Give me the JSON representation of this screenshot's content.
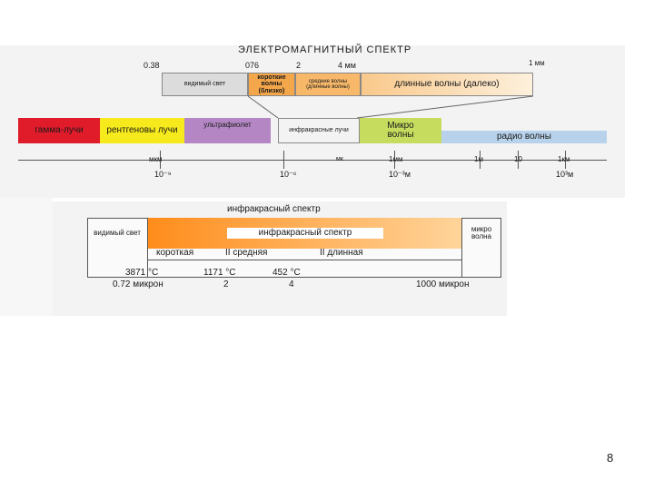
{
  "em": {
    "title": "ЭЛЕКТРОМАГНИТНЫЙ СПЕКТР",
    "scale_top": [
      "0.38",
      "076",
      "2",
      "4 мм",
      "1 мм"
    ],
    "sub_boxes": {
      "visible": "видимый свет",
      "near_ir": "короткие волны (близко)",
      "mid_ir": "средние волны (длинные волны)",
      "far_ir": "длинные волны (далеко)"
    },
    "bands": {
      "gamma": "гамма-лучи",
      "xray": "рентгеновы лучи",
      "uv": "ультрафиолет",
      "ir": "инфракрасные лучи",
      "micro": "Микро волны",
      "radio": "радио волны"
    },
    "scale_bottom_units": [
      "мкм",
      "мк",
      "1мм",
      "1м",
      "10",
      "1км"
    ],
    "scale_bottom_powers": [
      "10⁻⁹",
      "10⁻⁶",
      "10⁻³м",
      "10³м"
    ]
  },
  "ir": {
    "title": "инфракрасный спектр",
    "left_label": "видимый свет",
    "main_label": "инфракрасный спектр",
    "right_label": "микро волна",
    "segments": [
      "короткая",
      "II средняя",
      "II длинная"
    ],
    "temps": [
      "3871 °C",
      "1171 °C",
      "452 °C"
    ],
    "microns": [
      "0.72 микрон",
      "2",
      "4",
      "1000 микрон"
    ]
  },
  "page_number": "8",
  "colors": {
    "gamma": "#e01b2a",
    "xray": "#f6ea1c",
    "uv": "#b487c4",
    "ir": "#f3f3f3",
    "micro": "#c6dc5e",
    "radio": "#b8d2ec",
    "ir_grad_start": "#ff8c1a",
    "ir_grad_end": "#ffd49a"
  }
}
